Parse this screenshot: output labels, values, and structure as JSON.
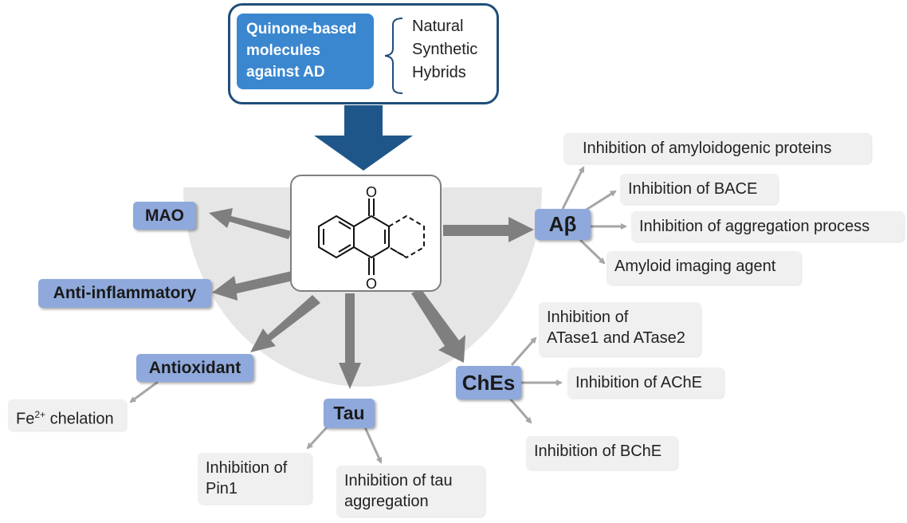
{
  "title_box": {
    "label_lines": [
      "Quinone-based",
      "molecules",
      "against AD"
    ],
    "types": [
      "Natural",
      "Synthetic",
      "Hybrids"
    ]
  },
  "structure": {
    "oxygen": "O"
  },
  "categories": {
    "mao": "MAO",
    "anti_inflammatory": "Anti-inflammatory",
    "antioxidant": "Antioxidant",
    "tau": "Tau",
    "ches": "ChEs",
    "abeta": "Aβ"
  },
  "effects": {
    "antioxidant": {
      "fe_prefix": "Fe",
      "fe_sup": "2+",
      "fe_suffix": " chelation"
    },
    "tau": [
      [
        "Inhibition of",
        "Pin1"
      ],
      [
        "Inhibition of tau",
        "aggregation"
      ]
    ],
    "ches": [
      [
        "Inhibition of",
        "ATase1 and ATase2"
      ],
      "Inhibition of AChE",
      "Inhibition of BChE"
    ],
    "abeta": [
      "Inhibition of amyloidogenic proteins",
      "Inhibition of BACE",
      "Inhibition of aggregation process",
      "Amyloid imaging agent"
    ]
  },
  "colors": {
    "title_border": "#1f4e79",
    "title_fill": "#3a87cf",
    "big_arrow": "#1f5689",
    "grey_arrow": "#7f7f7f",
    "category_fill": "#8fa9dc",
    "effect_fill": "#f0f0f0",
    "half_circle": "#e6e6e6"
  }
}
